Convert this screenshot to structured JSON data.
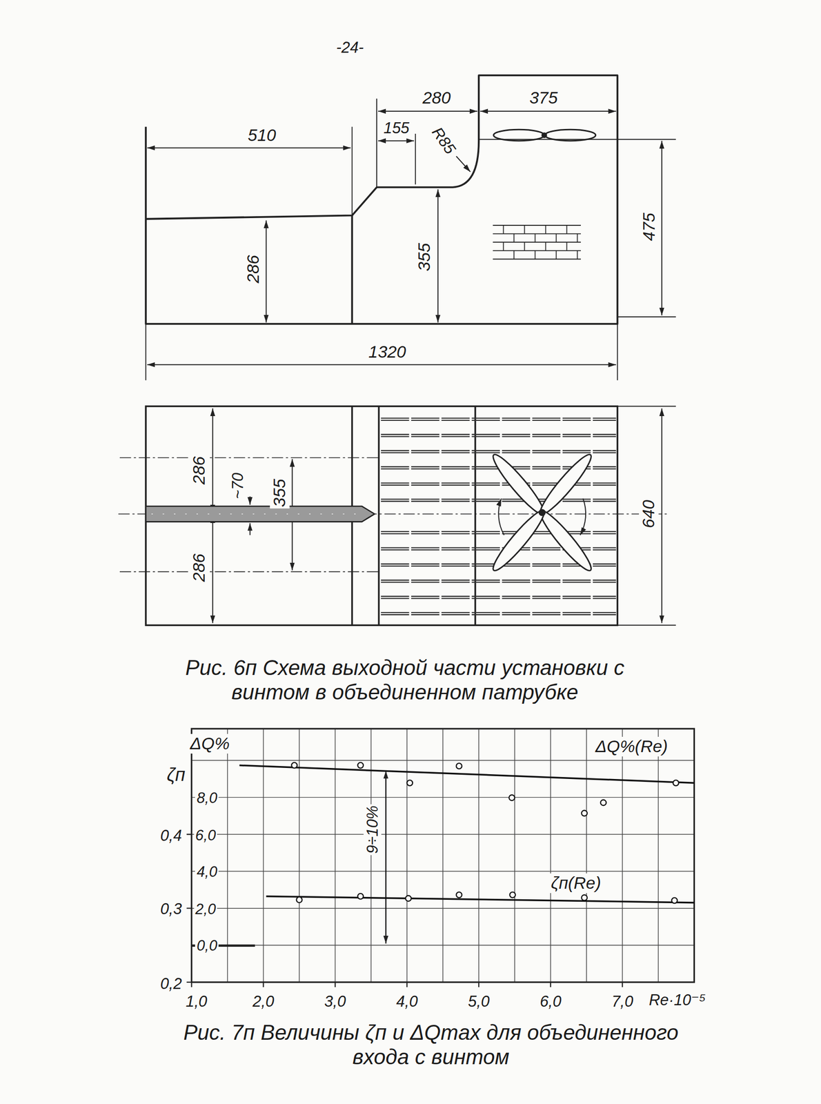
{
  "diagram": {
    "labels": [
      "-24-",
      "510",
      "280",
      "155",
      "375",
      "R85",
      "286",
      "355",
      "475",
      "1320",
      "286",
      "~70",
      "355",
      "286",
      "640",
      "Рис. 6п Схема выходной части установки с винтом в объединенном патрубке",
      "ΔQ%",
      "ζп",
      "ΔQ%(Re)",
      "8,0",
      "0,4",
      "6,0",
      "4,0",
      "0,3",
      "2,0",
      "0,0",
      "0,2",
      "9÷10%",
      "ζп(Re)",
      "1,0",
      "2,0",
      "3,0",
      "4,0",
      "5,0",
      "6,0",
      "7,0",
      "Re·10⁻⁵",
      "Рис. 7п Величины ζп и ΔQmax для объединенного входа с винтом"
    ]
  }
}
